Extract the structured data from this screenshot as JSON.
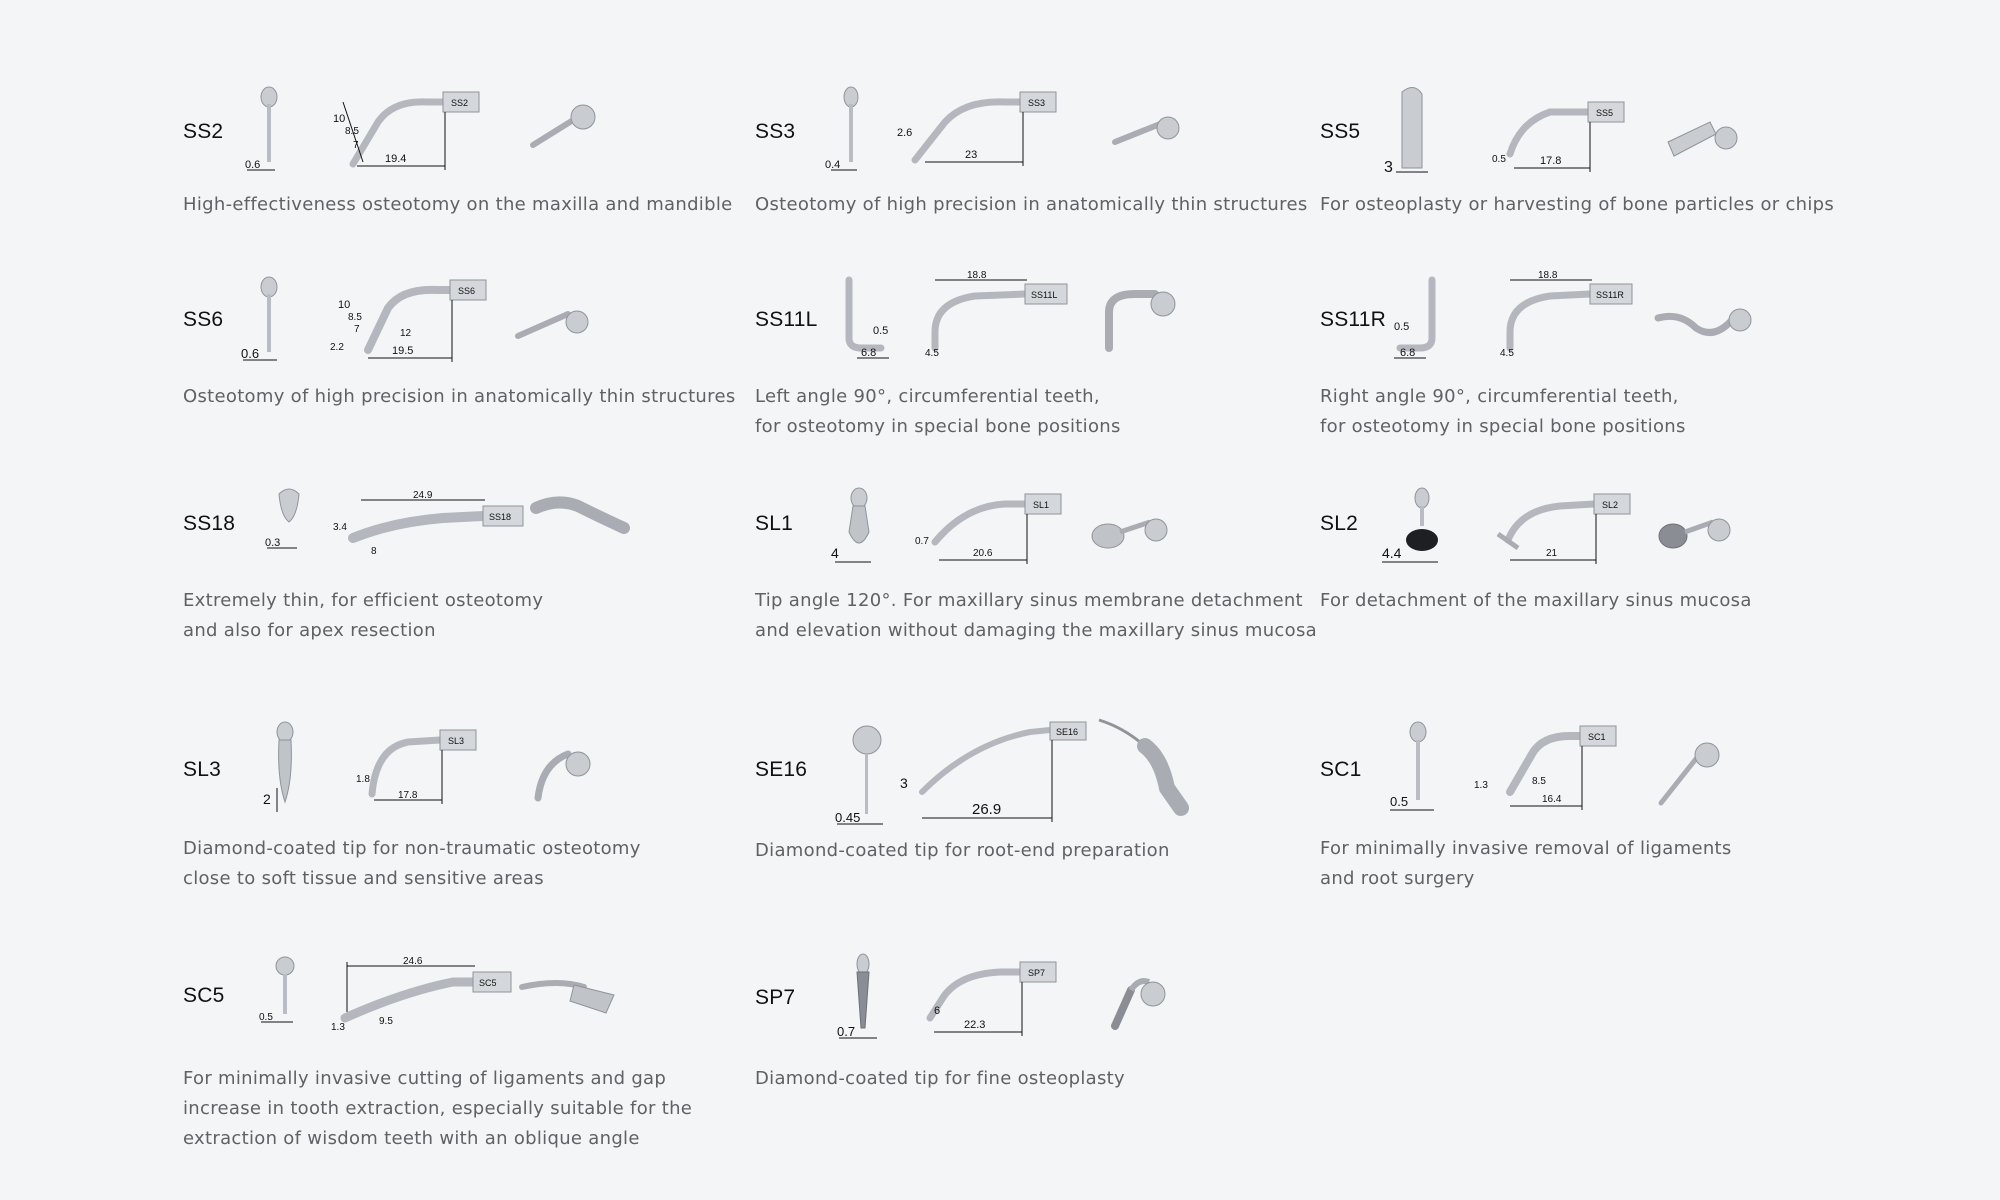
{
  "tips": [
    {
      "code": "SS2",
      "engrave": "SS2",
      "dims": {
        "front": "0.6",
        "side_a": "10",
        "side_b": "8.5",
        "side_c": "7",
        "len": "19.4"
      },
      "desc": [
        "High-effectiveness osteotomy on the maxilla and mandible"
      ]
    },
    {
      "code": "SS3",
      "engrave": "SS3",
      "dims": {
        "front": "0.4",
        "side_a": "2.6",
        "len": "23"
      },
      "desc": [
        "Osteotomy of high precision in anatomically thin structures"
      ]
    },
    {
      "code": "SS5",
      "engrave": "SS5",
      "dims": {
        "front": "3",
        "side_a": "0.5",
        "len": "17.8"
      },
      "desc": [
        "For osteoplasty or harvesting of bone particles or chips"
      ]
    },
    {
      "code": "SS6",
      "engrave": "SS6",
      "dims": {
        "front": "0.6",
        "side_a": "10",
        "side_b": "8.5",
        "side_c": "7",
        "side_d": "2.2",
        "side_e": "12",
        "len": "19.5"
      },
      "desc": [
        "Osteotomy of high precision in anatomically thin structures"
      ]
    },
    {
      "code": "SS11L",
      "engrave": "SS11L",
      "dims": {
        "front_a": "0.5",
        "front_b": "6.8",
        "side_a": "4.5",
        "len": "18.8"
      },
      "desc": [
        "Left angle 90°, circumferential teeth,",
        "for osteotomy in special bone positions"
      ]
    },
    {
      "code": "SS11R",
      "engrave": "SS11R",
      "dims": {
        "front_a": "0.5",
        "front_b": "6.8",
        "side_a": "4.5",
        "len": "18.8"
      },
      "desc": [
        "Right angle 90°, circumferential teeth,",
        "for osteotomy in special bone positions"
      ]
    },
    {
      "code": "SS18",
      "engrave": "SS18",
      "dims": {
        "front": "0.3",
        "side_a": "3.4",
        "side_b": "8",
        "len": "24.9"
      },
      "desc": [
        "Extremely thin, for efficient osteotomy",
        "and also for apex resection"
      ]
    },
    {
      "code": "SL1",
      "engrave": "SL1",
      "dims": {
        "front": "4",
        "side_a": "0.7",
        "len": "20.6"
      },
      "desc": [
        "Tip angle 120°. For maxillary sinus membrane detachment",
        "and elevation without damaging the maxillary sinus mucosa"
      ]
    },
    {
      "code": "SL2",
      "engrave": "SL2",
      "dims": {
        "front": "4.4",
        "len": "21"
      },
      "desc": [
        "For detachment of the maxillary sinus mucosa"
      ]
    },
    {
      "code": "SL3",
      "engrave": "SL3",
      "dims": {
        "front": "2",
        "side_a": "1.8",
        "len": "17.8"
      },
      "desc": [
        "Diamond-coated tip for non-traumatic osteotomy",
        "close to soft tissue and sensitive areas"
      ]
    },
    {
      "code": "SE16",
      "engrave": "SE16",
      "dims": {
        "front": "0.45",
        "side_a": "3",
        "len": "26.9"
      },
      "desc": [
        "Diamond-coated tip for root-end preparation"
      ]
    },
    {
      "code": "SC1",
      "engrave": "SC1",
      "dims": {
        "front": "0.5",
        "side_a": "1.3",
        "side_b": "8.5",
        "len": "16.4"
      },
      "desc": [
        "For minimally invasive removal of ligaments",
        "and root surgery"
      ]
    },
    {
      "code": "SC5",
      "engrave": "SC5",
      "dims": {
        "front": "0.5",
        "side_a": "1.3",
        "side_b": "9.5",
        "len": "24.6"
      },
      "desc": [
        "For minimally invasive cutting of ligaments and gap",
        "increase in tooth extraction, especially suitable for the",
        "extraction of wisdom teeth with an oblique angle"
      ]
    },
    {
      "code": "SP7",
      "engrave": "SP7",
      "dims": {
        "front": "0.7",
        "side_a": "6",
        "len": "22.3"
      },
      "desc": [
        "Diamond-coated tip for fine osteoplasty"
      ]
    }
  ]
}
